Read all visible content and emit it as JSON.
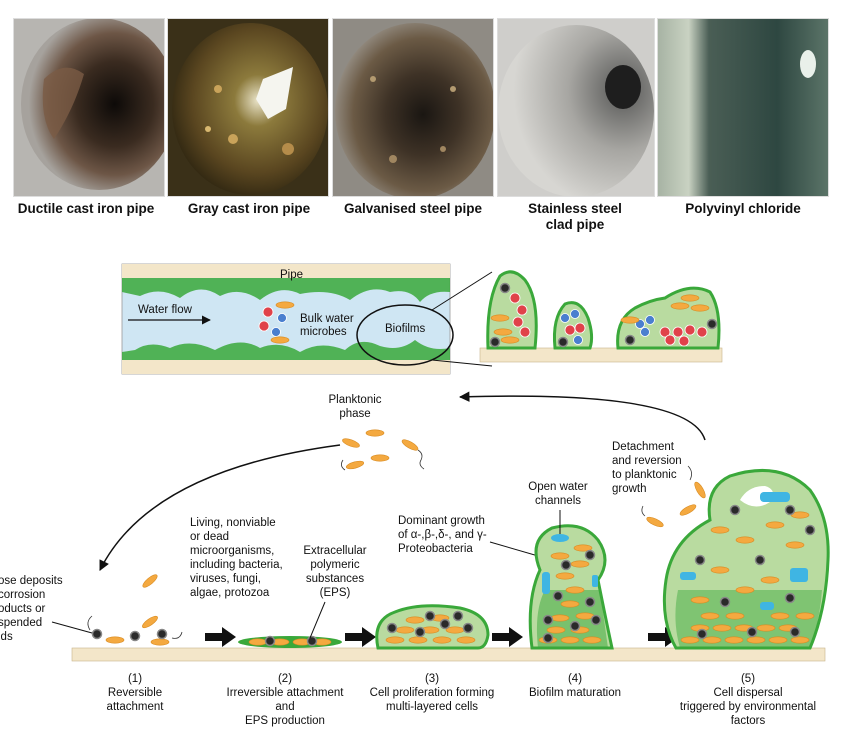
{
  "pipes": [
    {
      "label": "Ductile cast iron pipe"
    },
    {
      "label": "Gray cast iron pipe"
    },
    {
      "label": "Galvanised steel pipe"
    },
    {
      "label": "Stainless steel\nclad pipe"
    },
    {
      "label": "Polyvinyl chloride"
    }
  ],
  "schematic": {
    "pipe_label": "Pipe",
    "water_flow": "Water flow",
    "bulk_water_1": "Bulk water",
    "bulk_water_2": "microbes",
    "biofilms": "Biofilms"
  },
  "planktonic": {
    "line1": "Planktonic",
    "line2": "phase"
  },
  "detachment": {
    "line1": "Detachment",
    "line2": "and reversion",
    "line3": "to planktonic",
    "line4": "growth"
  },
  "loose_deposits": {
    "line1": "ose deposits",
    "line2": "corrosion",
    "line3": "oducts or",
    "line4": "spended",
    "line5": "ids"
  },
  "microorganisms": {
    "line1": "Living, nonviable",
    "line2": "or dead",
    "line3": "microorganisms,",
    "line4": "including bacteria,",
    "line5": "viruses, fungi,",
    "line6": "algae, protozoa"
  },
  "eps": {
    "line1": "Extracellular",
    "line2": "polymeric",
    "line3": "substances",
    "line4": "(EPS)"
  },
  "dominant": {
    "line1": "Dominant growth",
    "line2": "of α-,β-,δ-, and γ-",
    "line3": "Proteobacteria"
  },
  "open_water": {
    "line1": "Open water",
    "line2": "channels"
  },
  "stages": [
    {
      "num": "(1)",
      "line1": "Reversible",
      "line2": "attachment",
      "line3": ""
    },
    {
      "num": "(2)",
      "line1": "Irreversible attachment",
      "line2": "and",
      "line3": "EPS production"
    },
    {
      "num": "(3)",
      "line1": "Cell proliferation forming",
      "line2": "multi-layered cells",
      "line3": ""
    },
    {
      "num": "(4)",
      "line1": "Biofilm maturation",
      "line2": "",
      "line3": ""
    },
    {
      "num": "(5)",
      "line1": "Cell dispersal",
      "line2": "triggered by environmental",
      "line3": "factors"
    }
  ],
  "colors": {
    "biofilm_green": "#3aa83a",
    "eps_fill": "#b9dba0",
    "bacteria_orange": "#f4a940",
    "water_blue": "#cfe6f3",
    "surface": "#f3e6c9",
    "channel_blue": "#3fb5e3"
  }
}
